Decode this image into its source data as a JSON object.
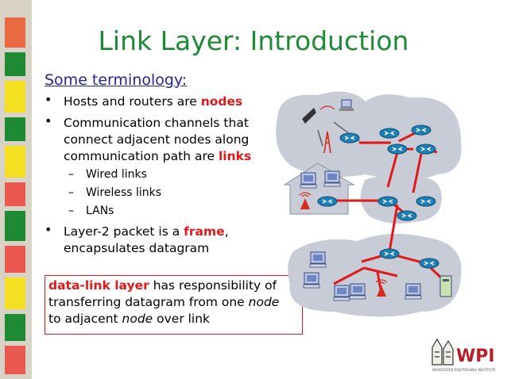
{
  "slide": {
    "title": "Link Layer: Introduction",
    "subheading": "Some terminology:",
    "bullets": {
      "b1_pre": "Hosts and routers are ",
      "b1_em": "nodes",
      "b2_line1": "Communication channels that",
      "b2_line2": "connect adjacent nodes along",
      "b2_line3_pre": "communication path are ",
      "b2_em": "links",
      "b3_pre": "Layer-2 packet is a ",
      "b3_em": "frame",
      "b3_post": ",",
      "b3_line2": "encapsulates datagram"
    },
    "sub_bullets": [
      "Wired links",
      "Wireless links",
      "LANs"
    ],
    "definition": {
      "term": "data-link layer",
      "line1_rest": " has responsibility of",
      "line2_pre": "transferring datagram from one ",
      "node1": "node",
      "line3_pre": "to adjacent ",
      "node2": "node",
      "line3_post": " over link"
    },
    "logo": {
      "text": "WPI",
      "caption": "WORCESTER POLYTECHNIC INSTITUTE"
    }
  },
  "colors": {
    "title_green": "#1f8a34",
    "subheading_blue": "#24249a",
    "accent_red": "#e0191a",
    "cloud_gray": "#c8ccd6",
    "router_blue": "#1e7fb4"
  },
  "icons": [
    "router-icon",
    "host-icon",
    "wireless-ap-icon",
    "cellular-tower-icon",
    "laptop-icon",
    "phone-icon",
    "server-icon",
    "house-icon"
  ]
}
